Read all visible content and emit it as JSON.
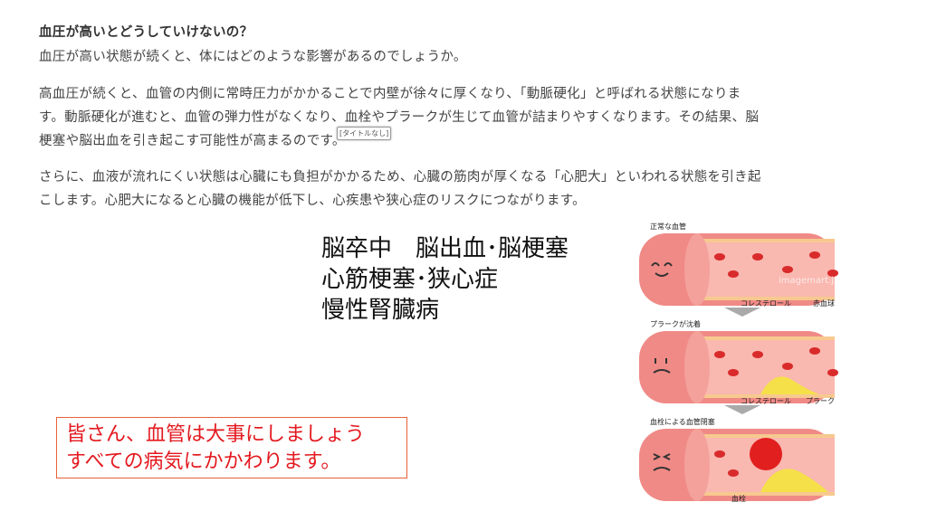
{
  "article": {
    "heading": "血圧が高いとどうしていけないの？",
    "intro": "血圧が高い状態が続くと、体にはどのような影響があるのでしょうか。",
    "p1": [
      "高血圧が続くと、血管の内側に常時圧力がかかることで内壁が徐々に厚くなり、「動脈硬化」と呼ばれる状態になりま",
      "す。動脈硬化が進むと、血管の弾力性がなくなり、血栓やプラークが生じて血管が詰まりやすくなります。その結果、脳",
      "梗塞や脳出血を引き起こす可能性が高まるのです。"
    ],
    "p2": [
      "さらに、血液が流れにくい状態は心臓にも負担がかかるため、心臓の筋肉が厚くなる「心肥大」といわれる状態を引き起",
      "こします。心肥大になると心臓の機能が低下し、心疾患や狭心症のリスクにつながります。"
    ],
    "tooltip": "[タイトルなし]"
  },
  "diseases": [
    "脳卒中　脳出血･脳梗塞",
    "心筋梗塞･狭心症",
    "慢性腎臓病"
  ],
  "message": [
    "皆さん、血管は大事にしましょう",
    "すべての病気にかかわります。"
  ],
  "illustration": {
    "panel1_title": "正常な血管",
    "panel2_title": "プラークが沈着",
    "panel3_title": "血栓による血管閉塞",
    "cholesterol": "コレステロール",
    "rbc": "赤血球",
    "plaque": "プラーク",
    "thrombus": "血栓",
    "watermark": "imagemart.jp"
  }
}
